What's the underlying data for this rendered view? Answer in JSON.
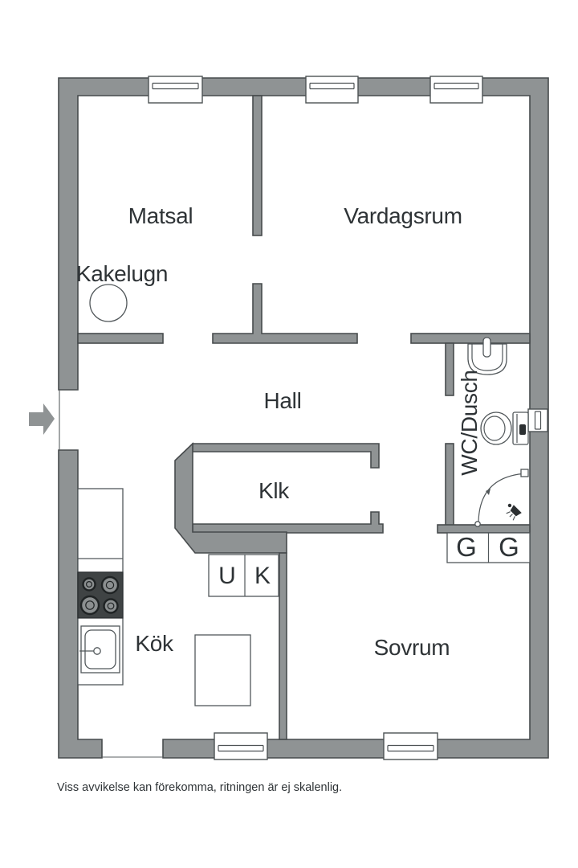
{
  "meta": {
    "type": "floor-plan"
  },
  "colors": {
    "wall_fill": "#8f9394",
    "wall_stroke": "#474b4d",
    "stove_fill": "#3f4344",
    "burner_fill": "#8b8f90",
    "text": "#2e3336",
    "background": "#ffffff"
  },
  "rooms": {
    "matsal": "Matsal",
    "kakelugn": "Kakelugn",
    "vardagsrum": "Vardagsrum",
    "hall": "Hall",
    "klk": "Klk",
    "wc_dusch": "WC/Dusch",
    "kok": "Kök",
    "sovrum": "Sovrum"
  },
  "cabinets": {
    "u": "U",
    "k": "K",
    "g1": "G",
    "g2": "G"
  },
  "icons": {
    "entrance_arrow": "entrance-arrow-icon",
    "stove": "stove-icon",
    "kitchen_sink": "kitchen-sink-icon",
    "bathroom_sink": "bathroom-sink-icon",
    "toilet": "toilet-icon",
    "shower": "shower-icon",
    "tiled_stove": "tiled-stove-circle-icon",
    "window": "window-icon"
  },
  "footer": {
    "disclaimer": "Viss avvikelse kan förekomma, ritningen är ej skalenlig."
  }
}
